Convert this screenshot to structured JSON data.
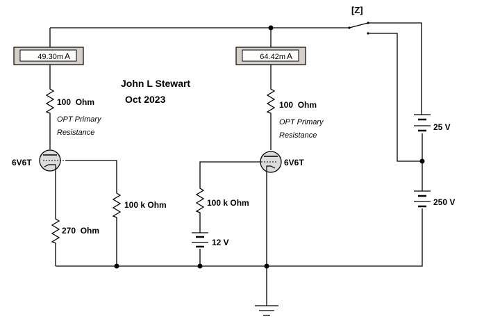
{
  "author": {
    "name": "John L Stewart",
    "date": "Oct 2023"
  },
  "switch": {
    "key_label": "[Z]"
  },
  "meters": {
    "left": {
      "reading": "49.30m",
      "unit": "A"
    },
    "right": {
      "reading": "64.42m",
      "unit": "A"
    }
  },
  "resistors": {
    "opt_left": {
      "value": "100  Ohm",
      "note_line1": "OPT Primary",
      "note_line2": "Resistance"
    },
    "opt_right": {
      "value": "100  Ohm",
      "note_line1": "OPT Primary",
      "note_line2": "Resistance"
    },
    "grid_left": {
      "value": "100 k Ohm"
    },
    "grid_right": {
      "value": "100 k Ohm"
    },
    "cathode": {
      "value": "270  Ohm"
    }
  },
  "tubes": {
    "left": {
      "label": "6V6T"
    },
    "right": {
      "label": "6V6T"
    }
  },
  "batteries": {
    "bias": {
      "value": "12 V"
    },
    "low": {
      "value": "25 V"
    },
    "high": {
      "value": "250 V"
    }
  },
  "colors": {
    "wire": "#000000",
    "meter_bg": "#d4d0c8",
    "tube_fill": "#dcdcdc"
  }
}
